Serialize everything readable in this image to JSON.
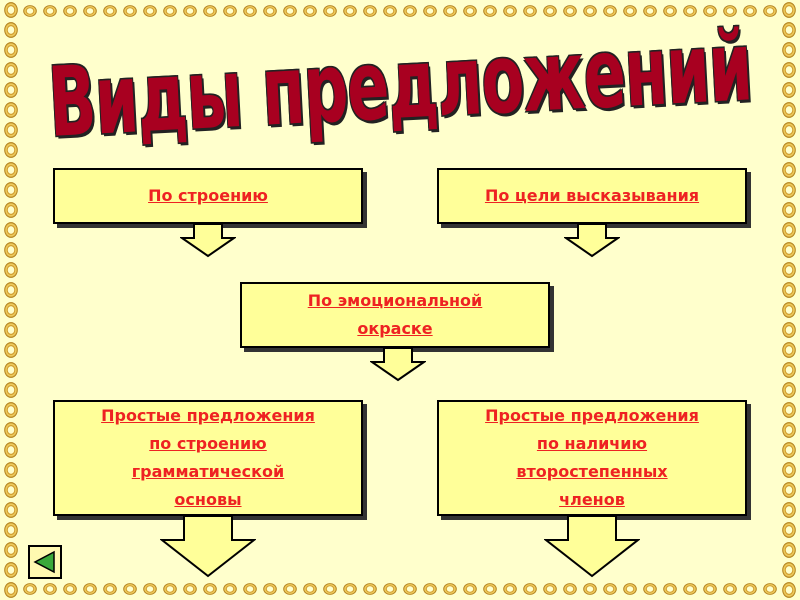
{
  "title": "Виды предложений",
  "boxes": {
    "structure": "По строению",
    "purpose": "По цели высказывания",
    "emotional": [
      "По эмоциональной",
      "окраске"
    ],
    "simple_grammatical": [
      "Простые предложения",
      "по строению",
      "грамматической",
      "основы"
    ],
    "simple_secondary": [
      "Простые предложения",
      "по наличию",
      "второстепенных",
      "членов"
    ]
  },
  "nav": {
    "icon": "triangle-left-icon"
  },
  "colors": {
    "background": "#ffffcc",
    "box_fill": "#ffff99",
    "box_text": "#ee2222",
    "title": "#a80020",
    "nav_icon": "#3aa83a"
  }
}
